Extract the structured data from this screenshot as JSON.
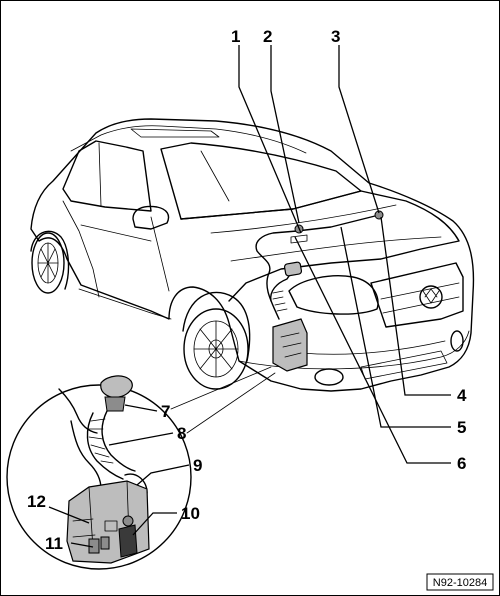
{
  "callouts": [
    "1",
    "2",
    "3",
    "4",
    "5",
    "6",
    "7",
    "8",
    "9",
    "10",
    "11",
    "12"
  ],
  "reference_code": "N92-10284"
}
